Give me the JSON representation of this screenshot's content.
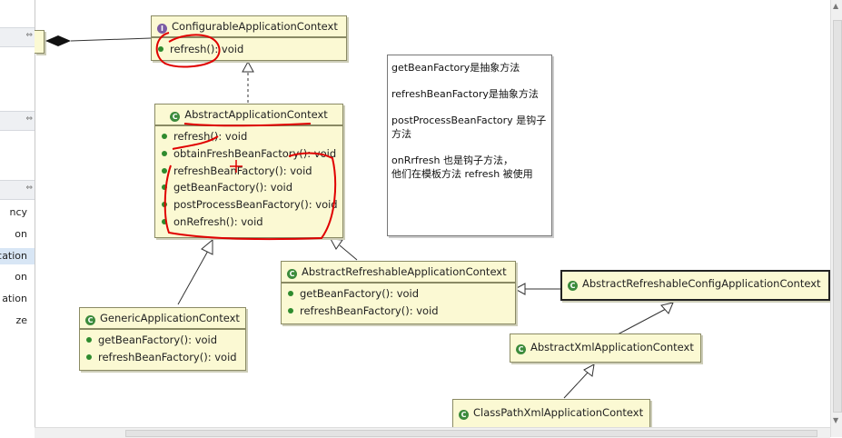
{
  "left_panel": {
    "items": [
      "ncy",
      "on",
      "cation",
      "on",
      "ation",
      "ze"
    ]
  },
  "classes": {
    "configurable": {
      "name": "ConfigurableApplicationContext",
      "icon": "interface-icon",
      "methods": [
        "refresh(): void"
      ]
    },
    "abstract": {
      "name": "AbstractApplicationContext",
      "icon": "class-icon",
      "methods": [
        "refresh(): void",
        "obtainFreshBeanFactory(): void",
        "refreshBeanFactory(): void",
        "getBeanFactory(): void",
        "postProcessBeanFactory(): void",
        "onRefresh(): void"
      ]
    },
    "refreshable": {
      "name": "AbstractRefreshableApplicationContext",
      "icon": "class-icon",
      "methods": [
        "getBeanFactory(): void",
        "refreshBeanFactory(): void"
      ]
    },
    "generic": {
      "name": "GenericApplicationContext",
      "icon": "class-icon",
      "methods": [
        "getBeanFactory(): void",
        "refreshBeanFactory(): void"
      ]
    },
    "refreshable_config": {
      "name": "AbstractRefreshableConfigApplicationContext",
      "icon": "class-icon",
      "methods": []
    },
    "xml": {
      "name": "AbstractXmlApplicationContext",
      "icon": "class-icon",
      "methods": []
    },
    "classpath": {
      "name": "ClassPathXmlApplicationContext",
      "icon": "class-icon",
      "methods": []
    }
  },
  "note": {
    "lines": [
      "getBeanFactory是抽象方法",
      "refreshBeanFactory是抽象方法",
      "postProcessBeanFactory 是钩子方法",
      "onRrfresh 也是钩子方法，",
      "他们在模板方法 refresh 被使用"
    ]
  },
  "colors": {
    "class_fill": "#fbf9d3",
    "class_border": "#8a8a64",
    "annotation": "#e00000"
  }
}
